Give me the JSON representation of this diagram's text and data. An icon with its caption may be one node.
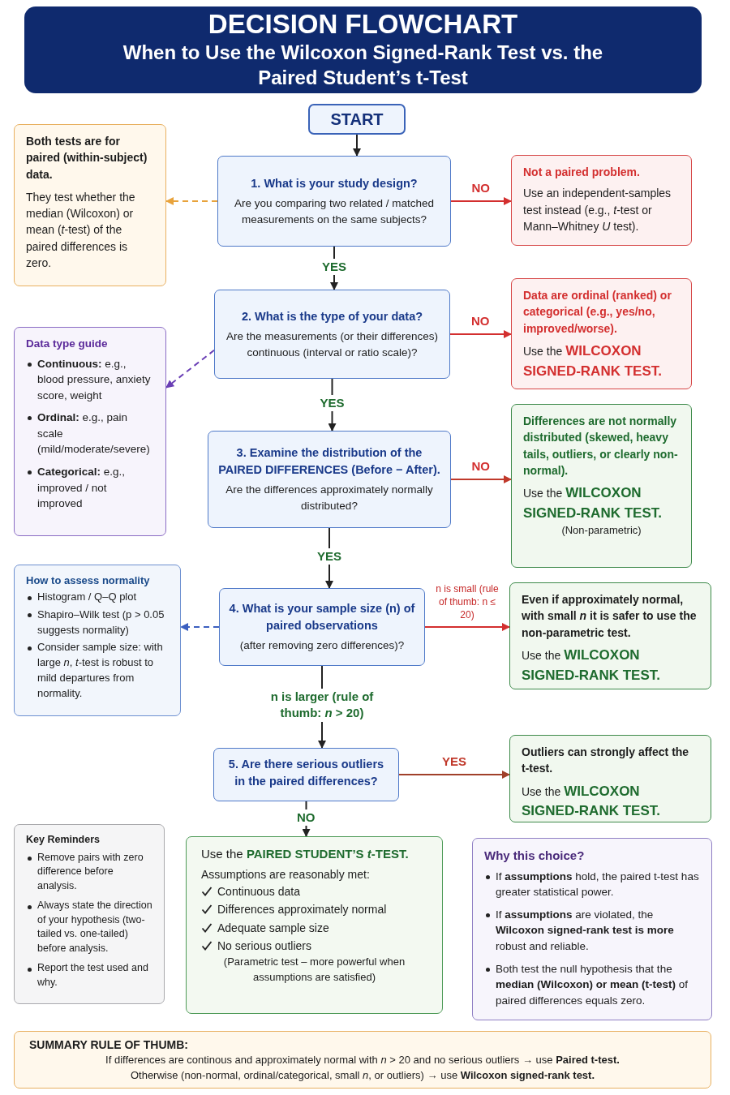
{
  "diagram": {
    "nodes": [
      {
        "text": [
          "DECISION FLOWCHART",
          "When to Use the Wilcoxon Signed-Rank Test vs. the Paired Student’s t-Test"
        ]
      },
      {
        "text": [
          "START"
        ]
      },
      {
        "text": [
          "1. What is your study design?",
          "Are you comparing two related / matched measurements on the same subjects?"
        ]
      },
      {
        "text": [
          "Both tests are for paired (within-subject) data.",
          "They test whether the median (Wilcoxon) or mean (*t*-test) of the paired differences is zero."
        ]
      },
      {
        "text": [
          "Not a paired problem.",
          "Use an independent-samples test instead (e.g., *t*-test or Mann–Whitney *U* test)."
        ]
      },
      {
        "text": [
          "2. What is the type of your data?",
          "Are the measurements (or their differences) continuous (interval or ratio scale)?"
        ]
      },
      {
        "text": [
          "Data are ordinal (ranked) or categorical (e.g., yes/no, improved/worse).",
          "Use the **WILCOXON SIGNED-RANK TEST.**"
        ]
      },
      {
        "text": [
          "Data type guide",
          "**Continuous:** e.g., blood pressure, anxiety score, weight",
          "**Ordinal:** e.g., pain scale (mild/moderate/severe)",
          "**Categorical:** e.g., improved / not improved"
        ]
      },
      {
        "text": [
          "3. Examine the distribution of the PAIRED DIFFERENCES (Before − After).",
          "Are the differences approximately normally distributed?"
        ]
      },
      {
        "text": [
          "Differences are not normally distributed (skewed, heavy tails, outliers, or clearly non-normal).",
          "Use the **WILCOXON SIGNED-RANK TEST.**",
          "(Non-parametric)"
        ]
      },
      {
        "text": [
          "How to assess normality",
          "Histogram / Q–Q plot",
          "Shapiro–Wilk test (p > 0.05 suggests normality)",
          "Consider sample size: with large *n*, *t*-test is robust to mild departures from normality."
        ]
      },
      {
        "text": [
          "4. What is your sample size (n) of paired observations",
          "(after removing zero differences)?"
        ]
      },
      {
        "text": [
          "Even if approximately normal, with small *n* it is safer to use the non-parametric test.",
          "Use the **WILCOXON SIGNED-RANK TEST.**"
        ]
      },
      {
        "text": [
          "5. Are there serious outliers in the paired differences?"
        ]
      },
      {
        "text": [
          "Outliers can strongly affect the t-test.",
          "Use the **WILCOXON SIGNED-RANK TEST.**"
        ]
      },
      {
        "text": [
          "Key Reminders",
          "Remove pairs with zero difference before analysis.",
          "Always state the direction of your hypothesis (two-tailed vs. one-tailed) before analysis.",
          "Report the test used and why."
        ]
      },
      {
        "text": [
          "Use the **PAIRED STUDENT’S *t*-TEST.**",
          "Assumptions are reasonably met:",
          "Continuous data",
          "Differences approximately normal",
          "Adequate sample size",
          "No serious outliers",
          "(Parametric test – more powerful when assumptions are satisfied)"
        ]
      },
      {
        "text": [
          "Why this choice?",
          "If **assumptions** hold, the paired t-test has greater statistical power.",
          "If **assumptions** are violated, the **Wilcoxon signed-rank test is more** robust and reliable.",
          "Both test the null hypothesis that the **median (Wilcoxon) or mean (t-test)** of paired differences equals zero."
        ]
      },
      {
        "text": [
          "SUMMARY RULE OF THUMB:",
          "If differences are continous and approximately normal with *n* > 20 and no serious outliers → use **Paired t-test.**",
          "Otherwise (non-normal, ordinal/categorical, small *n*, or outliers) → use **Wilcoxon signed-rank test.**"
        ]
      }
    ],
    "edges": [
      {
        "from": 1,
        "to": 2,
        "arrow": "to"
      },
      {
        "from": 2,
        "to": 4,
        "arrow": "to",
        "label": "NO",
        "color": "#d32f2f"
      },
      {
        "from": 2,
        "to": 3,
        "arrow": "to",
        "style": "dashed",
        "color": "#e8a33c"
      },
      {
        "from": 2,
        "to": 5,
        "arrow": "to",
        "label": "YES"
      },
      {
        "from": 5,
        "to": 6,
        "arrow": "to",
        "label": "NO",
        "color": "#d32f2f"
      },
      {
        "from": 5,
        "to": 7,
        "arrow": "to",
        "style": "dashed",
        "color": "#6a3fb5"
      },
      {
        "from": 5,
        "to": 8,
        "arrow": "to",
        "label": "YES"
      },
      {
        "from": 8,
        "to": 9,
        "arrow": "to",
        "label": "NO",
        "color": "#c0392b"
      },
      {
        "from": 8,
        "to": 11,
        "arrow": "to",
        "label": "YES"
      },
      {
        "from": 11,
        "to": 10,
        "arrow": "to",
        "style": "dashed",
        "color": "#3b5fc0"
      },
      {
        "from": 11,
        "to": 12,
        "arrow": "to",
        "label": "n is small (rule of thumb: n ≤ 20)",
        "color": "#d32f2f"
      },
      {
        "from": 11,
        "to": 13,
        "arrow": "to",
        "label": "n is larger (rule of thumb: *n* > 20)"
      },
      {
        "from": 13,
        "to": 14,
        "arrow": "to",
        "label": "YES",
        "color": "#a0402a"
      },
      {
        "from": 13,
        "to": 16,
        "arrow": "to",
        "label": "NO"
      }
    ]
  }
}
